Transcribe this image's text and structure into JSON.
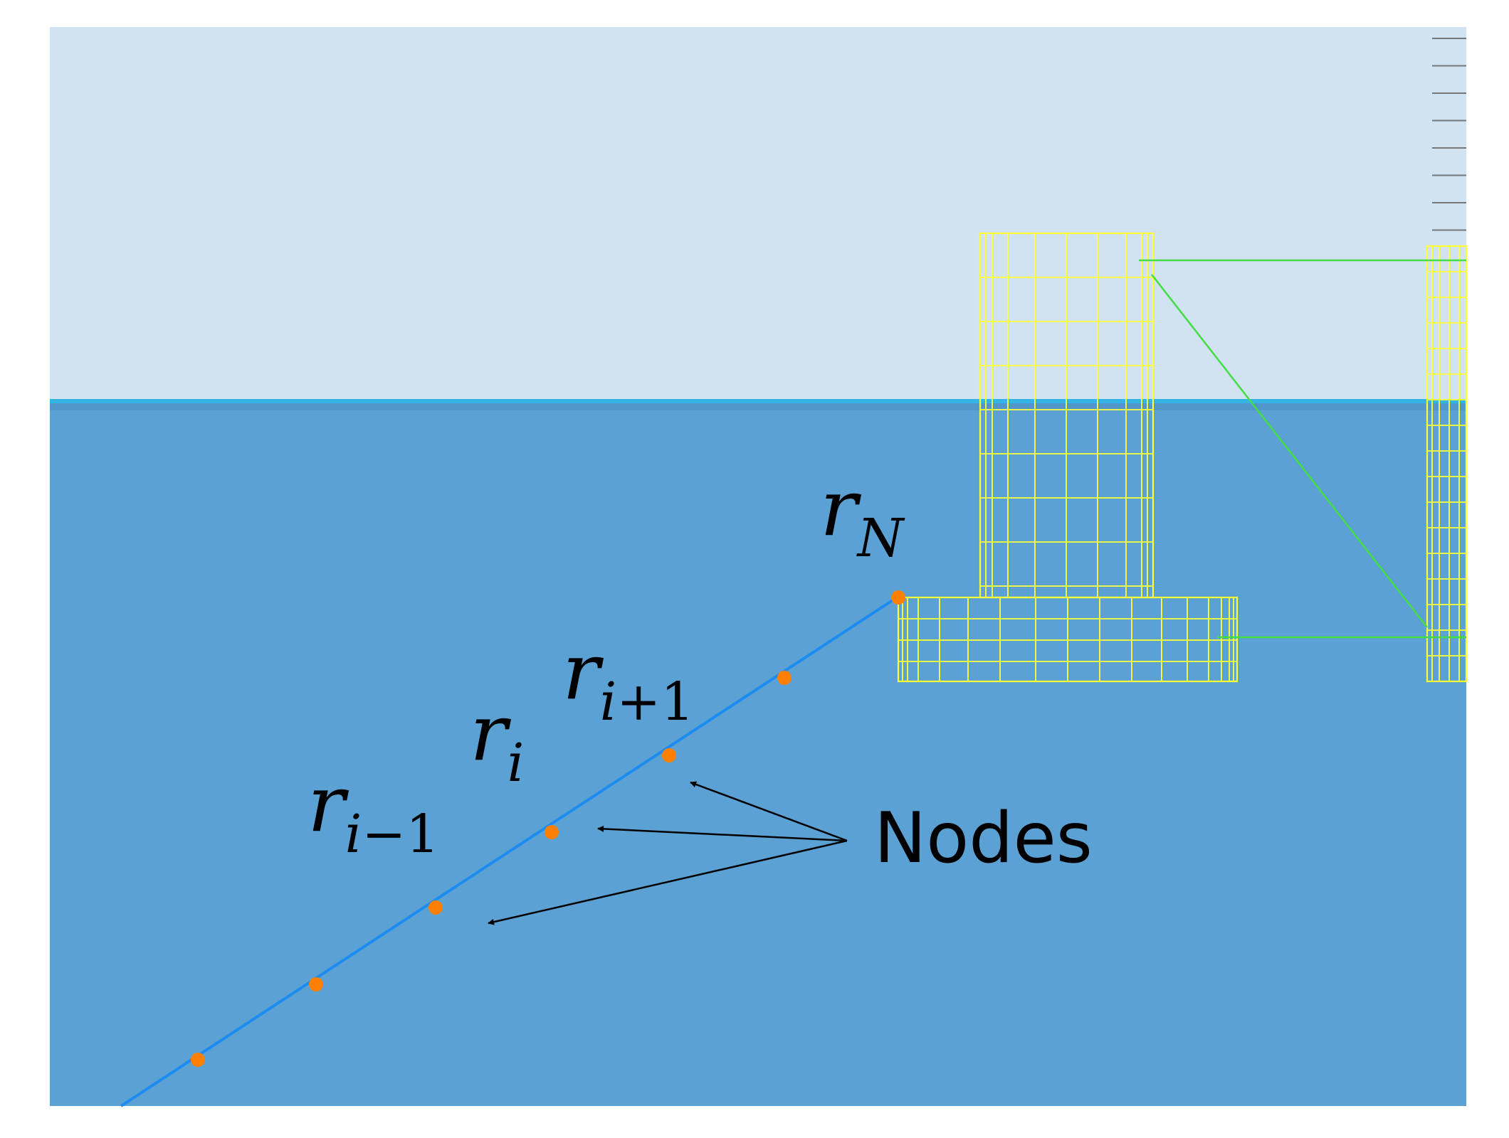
{
  "labels": {
    "r_N": {
      "base": "r",
      "sub": "N"
    },
    "r_i_plus_1": {
      "base": "r",
      "sub_var": "i",
      "sub_rest": "+1"
    },
    "r_i": {
      "base": "r",
      "sub": "i"
    },
    "r_i_minus_1": {
      "base": "r",
      "sub_var": "i",
      "sub_rest": "−1"
    },
    "nodes": "Nodes"
  },
  "colors": {
    "sky": "#d1e2f1",
    "water": "#5ba1d4",
    "waterline": "#34b4e4",
    "waterline_dark": "#4a90c4",
    "mooring_line": "#1d8cf0",
    "node": "#ff8000",
    "mesh": "#ffff33",
    "connector": "#44dd44",
    "arrow": "#000000",
    "tick": "#777777"
  }
}
